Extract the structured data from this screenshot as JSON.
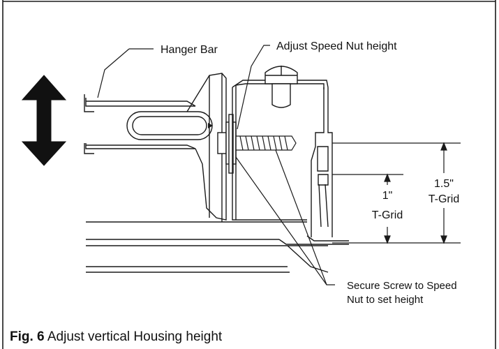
{
  "callouts": {
    "hanger_bar": "Hanger Bar",
    "adjust_speed_nut": "Adjust Speed Nut height",
    "secure_screw_line1": "Secure Screw to Speed",
    "secure_screw_line2": "Nut to set height"
  },
  "dimensions": {
    "one_inch_value": "1\"",
    "one_inch_label": "T-Grid",
    "one_five_value": "1.5\"",
    "one_five_label": "T-Grid"
  },
  "caption": {
    "figure_number": "Fig. 6",
    "text": " Adjust vertical Housing height"
  },
  "colors": {
    "line": "#1a1a1a",
    "arrow_fill": "#111111",
    "background": "#ffffff"
  },
  "icons": {
    "vertical_adjust": "double-headed-vertical-arrow-icon"
  }
}
